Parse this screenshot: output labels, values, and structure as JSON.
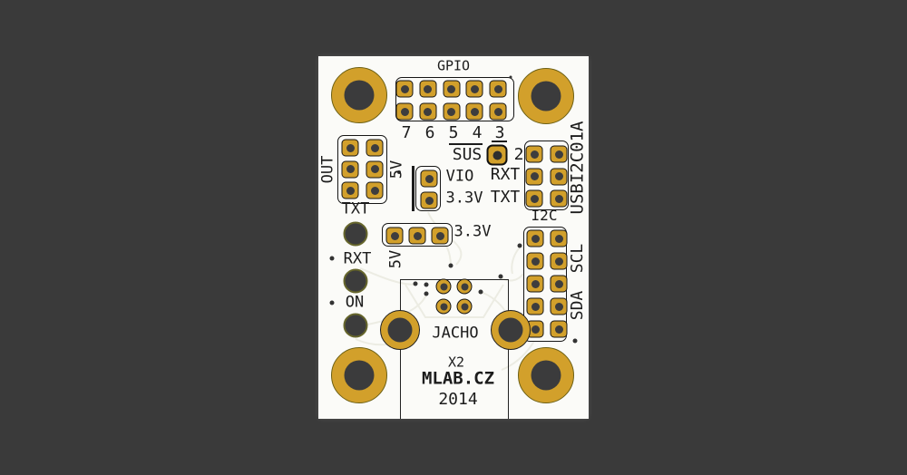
{
  "colors": {
    "background": "#3a3a3a",
    "board": "#fbfbf8",
    "pad_gold": "#d2a02b",
    "drill_dark": "#3d3d3e",
    "silkscreen": "#1c1c1c"
  },
  "board_name": "USBI2C01A",
  "gpio_header": {
    "label": "GPIO",
    "pin_numbers": [
      "7",
      "6",
      "5",
      "4",
      "3"
    ]
  },
  "out_header": {
    "label": "OUT",
    "rail": "5V"
  },
  "leds": {
    "txt": "TXT",
    "rxt": "RXT",
    "on": "ON"
  },
  "sus": {
    "label": "SUS",
    "pin_number": "2"
  },
  "vio_header": {
    "top": "VIO",
    "bottom": "3.3V"
  },
  "power_header": {
    "right_label": "3.3V",
    "bottom_label": "5V"
  },
  "i2c_block": {
    "rxt": "RXT",
    "txt": "TXT",
    "label": "I2C",
    "scl": "SCL",
    "sda": "SDA"
  },
  "usb": {
    "label": "JACHO",
    "designator": "X2"
  },
  "title_block": {
    "brand": "MLAB.CZ",
    "year": "2014"
  }
}
